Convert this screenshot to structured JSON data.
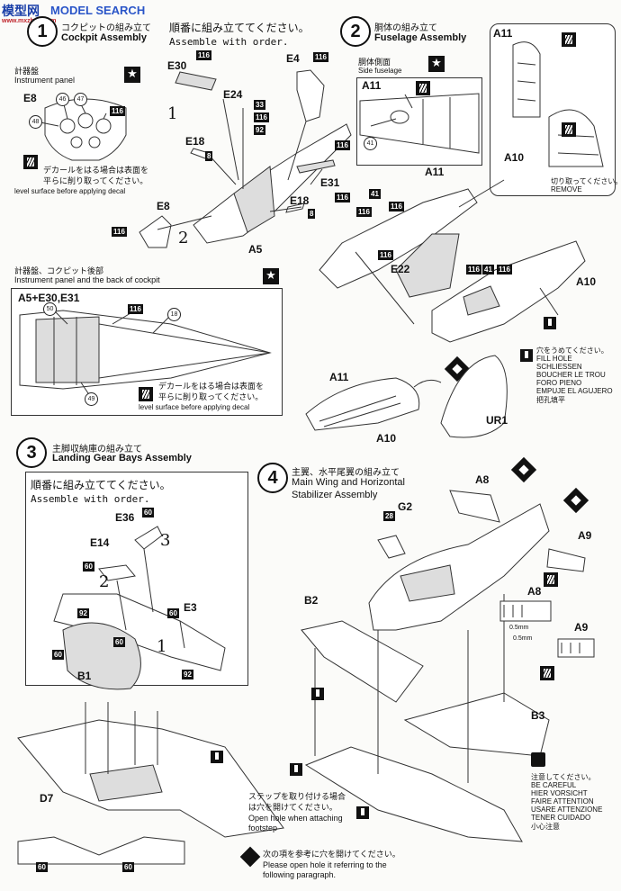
{
  "watermark": {
    "site": "MODEL SEARCH",
    "cn": "模型网",
    "url": "www.mxzhan.com"
  },
  "step1": {
    "number": "1",
    "title_jp": "コクピットの組み立て",
    "title_en": "Cockpit Assembly",
    "order_jp": "順番に組み立ててください。",
    "order_en": "Assemble with order.",
    "instrument": {
      "jp": "計器盤",
      "en": "Instrument panel",
      "part": "E8",
      "decal_jp_1": "デカールをはる場合は表面を",
      "decal_jp_2": "平らに削り取ってください。",
      "decal_en": "level surface before applying decal",
      "circles": [
        "46",
        "47",
        "48"
      ],
      "tag": "116"
    },
    "parts": [
      {
        "label": "E30",
        "tag": "116"
      },
      {
        "label": "E4",
        "tag": "116"
      },
      {
        "label": "E24",
        "tags": [
          "33",
          "116",
          "92"
        ]
      },
      {
        "label": "E18",
        "tag": "8"
      },
      {
        "label": "E31",
        "tag": "116"
      },
      {
        "label": "E8",
        "tag": "116"
      },
      {
        "label": "A5"
      }
    ],
    "seq": [
      "1",
      "2"
    ],
    "sub2": {
      "jp": "計器盤、コクピット後部",
      "en": "Instrument panel and the back of cockpit",
      "parts": "A5+E30,E31",
      "circles": [
        "50",
        "18",
        "49"
      ],
      "tag": "116",
      "decal_jp_1": "デカールをはる場合は表面を",
      "decal_jp_2": "平らに削り取ってください。",
      "decal_en": "level surface before applying decal"
    }
  },
  "step2": {
    "number": "2",
    "title_jp": "胴体の組み立て",
    "title_en": "Fuselage Assembly",
    "side": {
      "jp": "胴体側面",
      "en": "Side fuselage",
      "part": "A11",
      "circle": "41"
    },
    "parts": [
      "A11",
      "A10",
      "E22",
      "A11",
      "A10",
      "UR1",
      "A11",
      "A10"
    ],
    "tags": [
      "116",
      "41",
      "116",
      "116",
      "116",
      "41",
      "116"
    ],
    "remove": {
      "jp": "切り取ってください。",
      "en": "REMOVE"
    },
    "fill": [
      "穴をうめてください。",
      "FILL HOLE",
      "SCHLIESSEN",
      "BOUCHER LE TROU",
      "FORO PIENO",
      "EMPUJE EL AGUJERO",
      "把孔填平"
    ]
  },
  "step3": {
    "number": "3",
    "title_jp": "主脚収納庫の組み立て",
    "title_en": "Landing Gear Bays Assembly",
    "order_jp": "順番に組み立ててください。",
    "order_en": "Assemble with order.",
    "parts": [
      "E36",
      "E14",
      "E3",
      "B1",
      "D7"
    ],
    "tags": [
      "60",
      "60",
      "92",
      "60",
      "60",
      "92",
      "60",
      "60"
    ],
    "seq": [
      "3",
      "2",
      "1"
    ]
  },
  "step4": {
    "number": "4",
    "title_jp": "主翼、水平尾翼の組み立て",
    "title_en_1": "Main Wing and  Horizontal",
    "title_en_2": "Stabilizer Assembly",
    "parts": [
      "A8",
      "G2",
      "A9",
      "B2",
      "A8",
      "A9",
      "B3"
    ],
    "tag": "28",
    "dims": [
      "0.5mm",
      "0.5mm"
    ],
    "careful": [
      "注意してください。",
      "BE CAREFUL",
      "HIER VORSICHT",
      "FAIRE ATTENTION",
      "USARE ATTENZIONE",
      "TENER CUIDADO",
      "小心注意"
    ],
    "step_note": {
      "jp_1": "ステップを取り付ける場合",
      "jp_2": "は穴を開けてください。",
      "en_1": "Open hole when attaching",
      "en_2": "footstep"
    },
    "para_note": {
      "jp": "次の項を参考に穴を開けてください。",
      "en_1": "Please open hole it referring to the",
      "en_2": "following paragraph."
    }
  }
}
